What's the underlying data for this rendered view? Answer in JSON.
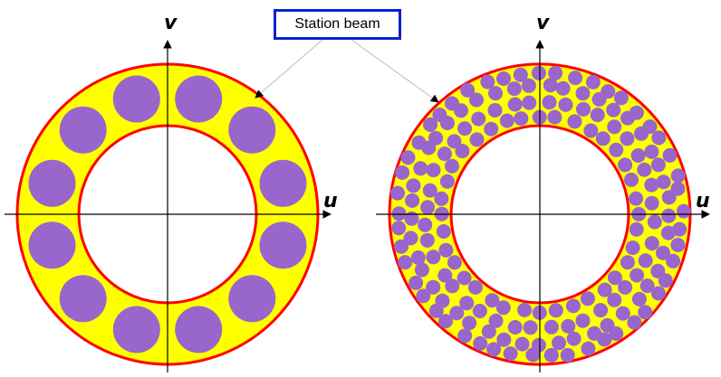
{
  "callout": {
    "label": "Station beam"
  },
  "axes": {
    "u_label": "u",
    "v_label": "v"
  },
  "colors": {
    "ring_fill": "#ffff00",
    "ring_stroke": "#ff0000",
    "beam_fill": "#9966cc",
    "axis": "#000000",
    "callout_border": "#0a1fd6",
    "leader_line": "#bbbbbb"
  },
  "panels": [
    {
      "name": "left-annulus",
      "beam_count": 12,
      "beam_size": "large"
    },
    {
      "name": "right-annulus",
      "beam_count": 170,
      "beam_size": "small"
    }
  ]
}
